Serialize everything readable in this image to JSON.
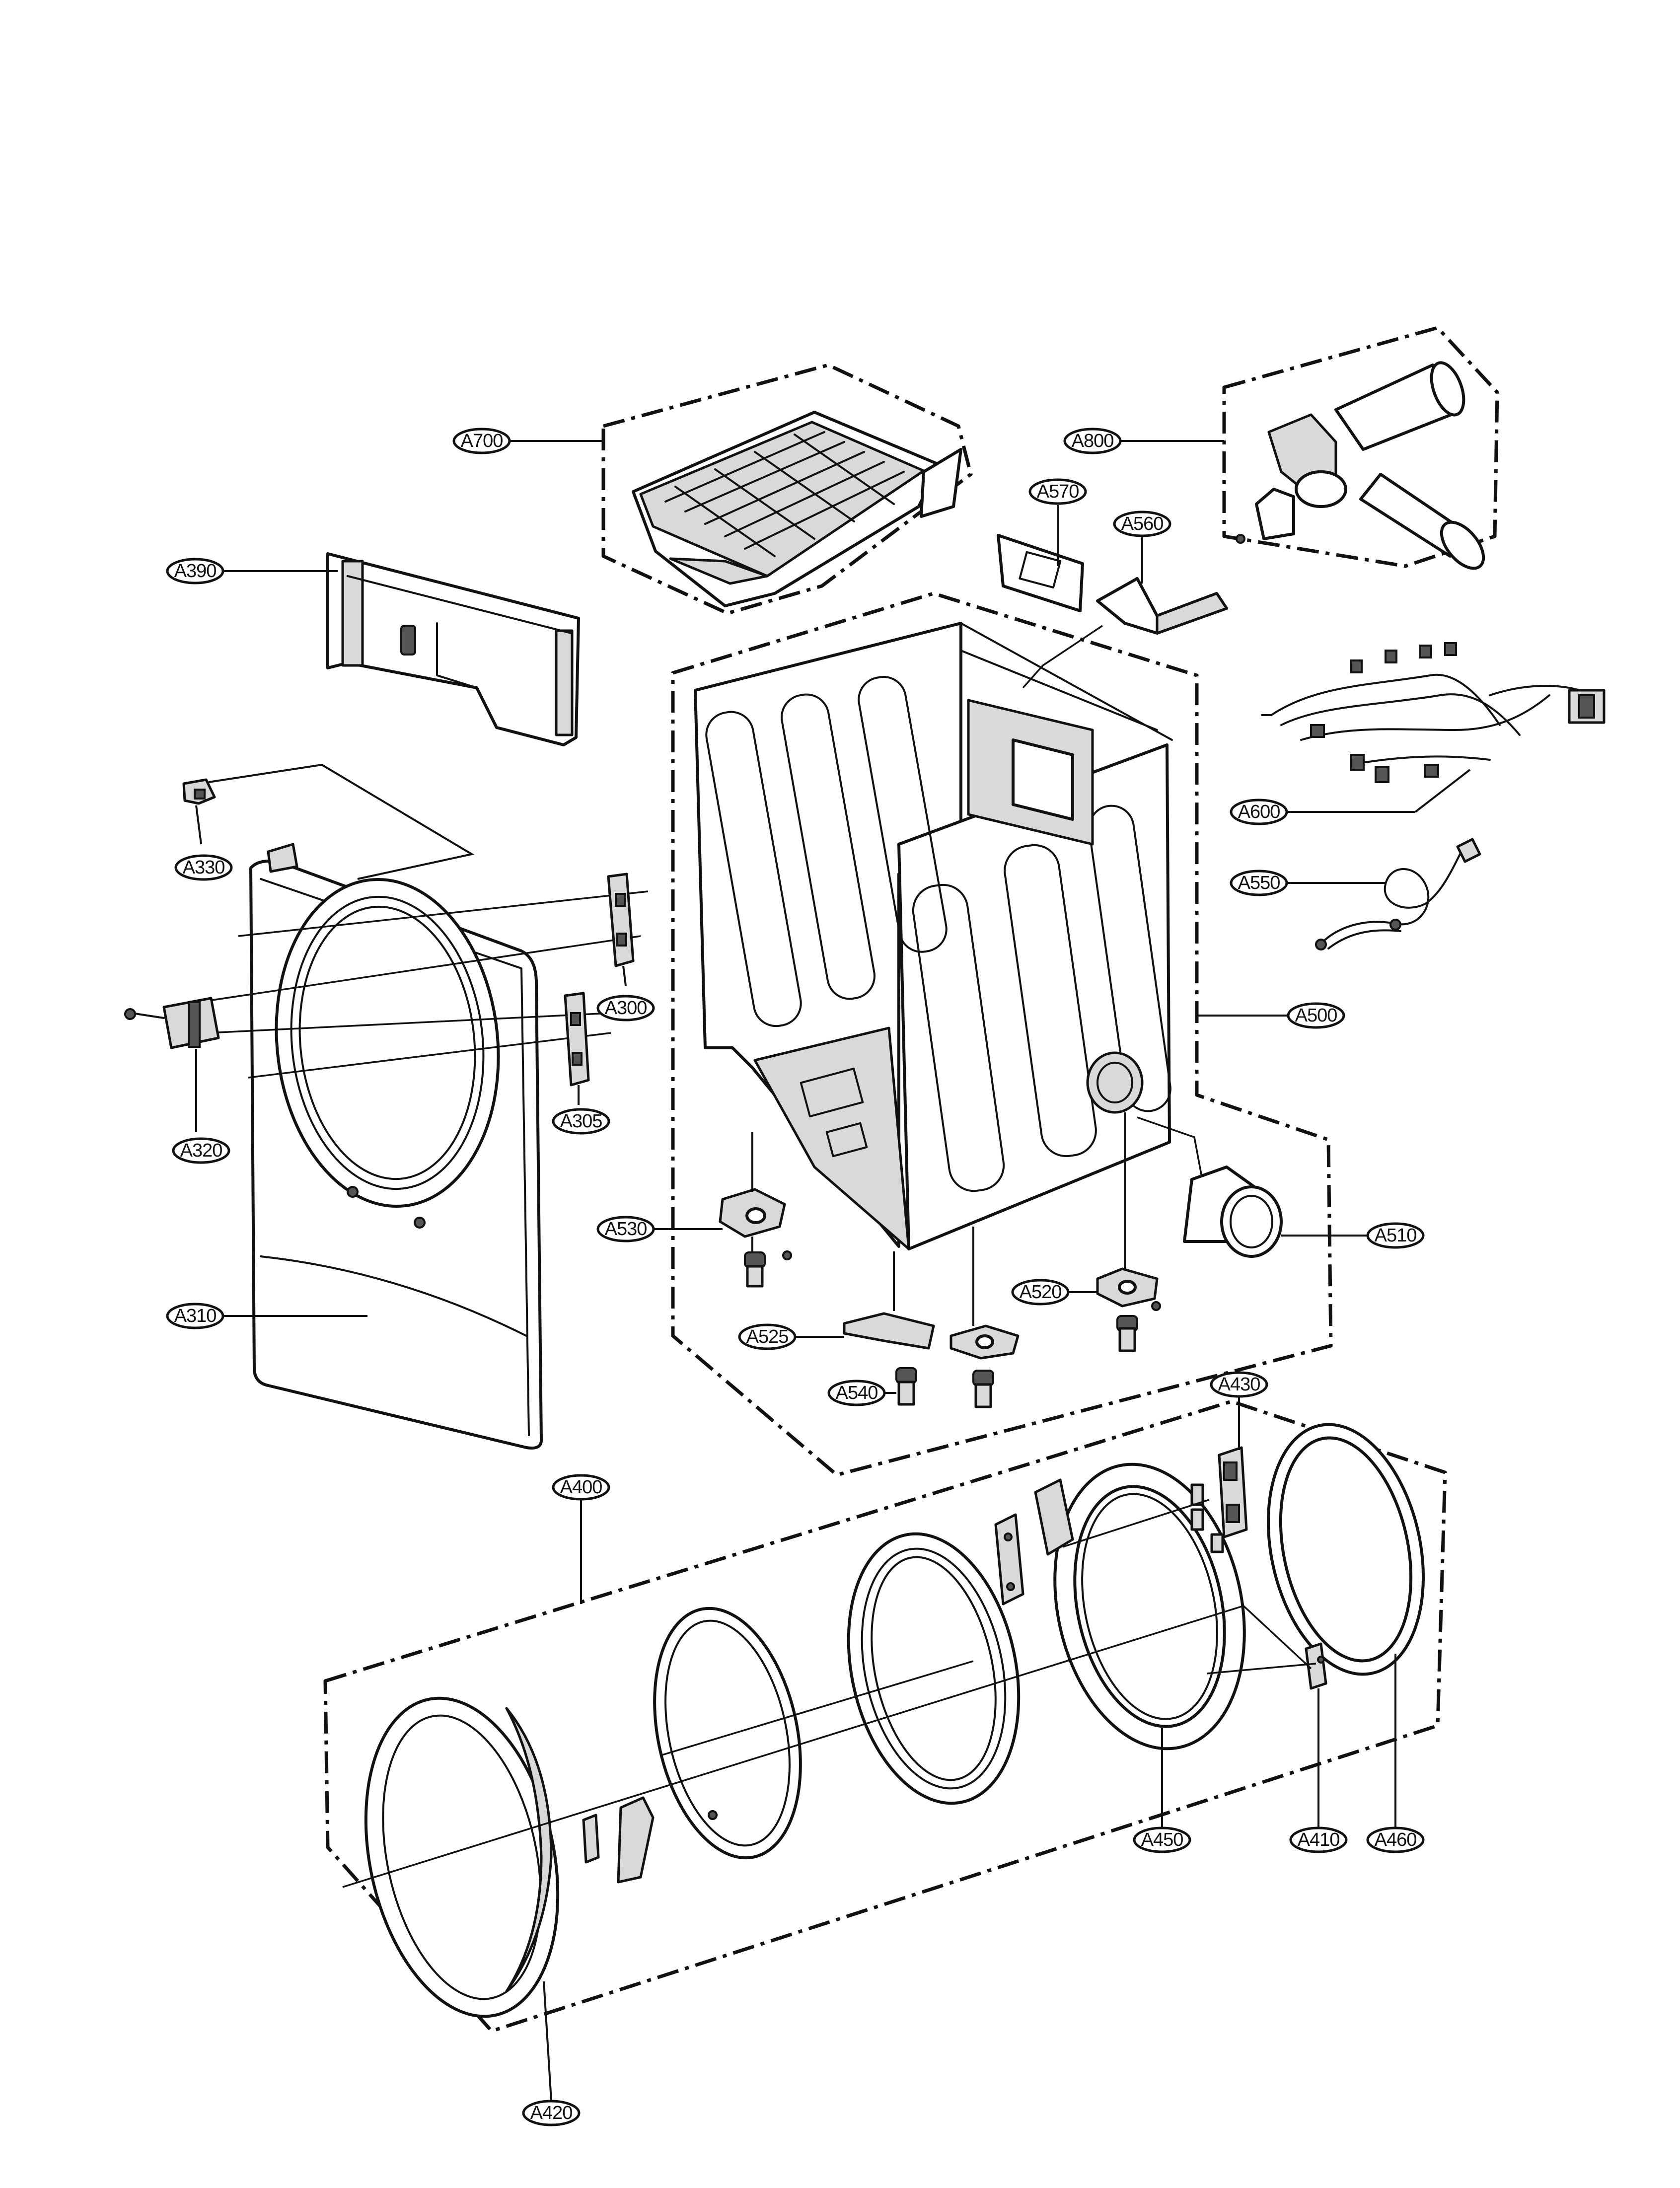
{
  "callouts": {
    "a700": "A700",
    "a390": "A390",
    "a330": "A330",
    "a300": "A300",
    "a320": "A320",
    "a305": "A305",
    "a310": "A310",
    "a570": "A570",
    "a560": "A560",
    "a800": "A800",
    "a600": "A600",
    "a550": "A550",
    "a500": "A500",
    "a530": "A530",
    "a510": "A510",
    "a520": "A520",
    "a525": "A525",
    "a540": "A540",
    "a430": "A430",
    "a400": "A400",
    "a450": "A450",
    "a410": "A410",
    "a460": "A460",
    "a420": "A420"
  }
}
